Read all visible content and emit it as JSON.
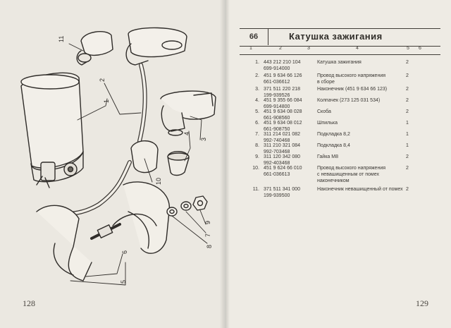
{
  "left_page": {
    "page_number": "128",
    "callouts": [
      "1",
      "2",
      "3",
      "4",
      "5",
      "6",
      "7",
      "8",
      "9",
      "10",
      "11"
    ]
  },
  "right_page": {
    "page_number": "129",
    "group_code": "66",
    "title": "Катушка зажигания",
    "columns": [
      "1",
      "2",
      "3",
      "4",
      "5",
      "6"
    ],
    "parts": [
      {
        "index": "1.",
        "codes": [
          "443 212 210 104",
          "699-914000"
        ],
        "name": [
          "Катушка зажигания"
        ],
        "qty": "2"
      },
      {
        "index": "2.",
        "codes": [
          "451 9 634 66 126",
          "661-036612"
        ],
        "name": [
          "Провод высокого напряжения",
          "в сборе"
        ],
        "qty": "2"
      },
      {
        "index": "3.",
        "codes": [
          "371 511 220 218",
          "199-939526"
        ],
        "name": [
          "Наконечник (451 9 634 66 123)"
        ],
        "qty": "2"
      },
      {
        "index": "4.",
        "codes": [
          "451 9 355 66 084",
          "699-914800"
        ],
        "name": [
          "Колпачек (273 125 031 534)"
        ],
        "qty": "2"
      },
      {
        "index": "5.",
        "codes": [
          "451 9 634 08 028",
          "661-908560"
        ],
        "name": [
          "Скоба"
        ],
        "qty": "2"
      },
      {
        "index": "6.",
        "codes": [
          "451 9 634 08 012",
          "661-908750"
        ],
        "name": [
          "Шпилька"
        ],
        "qty": "1"
      },
      {
        "index": "7.",
        "codes": [
          "311 214 021 082",
          "992-740468"
        ],
        "name": [
          "Подкладка 8,2"
        ],
        "qty": "1"
      },
      {
        "index": "8.",
        "codes": [
          "311 210 321 084",
          "992-703468"
        ],
        "name": [
          "Подкладка 8,4"
        ],
        "qty": "1"
      },
      {
        "index": "9.",
        "codes": [
          "311 120 342 080",
          "992-403468"
        ],
        "name": [
          "Гайка М8"
        ],
        "qty": "2"
      },
      {
        "index": "10.",
        "codes": [
          "451 9 624 66 010",
          "661-036613"
        ],
        "name": [
          "Провод высокого напряжения",
          "с невашищенным от помех",
          "наконечником"
        ],
        "qty": "2"
      },
      {
        "index": "11.",
        "codes": [
          "371 511 341 000",
          "199-939500"
        ],
        "name": [
          "Наконечник невашищенный от помех"
        ],
        "qty": "2"
      }
    ]
  }
}
